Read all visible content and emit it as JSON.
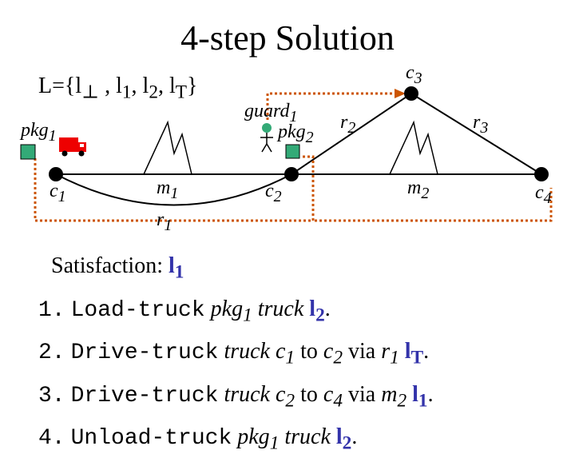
{
  "title": "4-step Solution",
  "lset": {
    "prefix": "L={",
    "l_bot": "l",
    "bot_sym": "⊥",
    "sep1": " , ",
    "l1": "l",
    "l1_sub": "1",
    "sep2": ", ",
    "l2": "l",
    "l2_sub": "2",
    "sep3": ", ",
    "lT": "l",
    "lT_sub": "T",
    "suffix": "}"
  },
  "labels": {
    "pkg1": {
      "base": "pkg",
      "sub": "1"
    },
    "c1": {
      "base": "c",
      "sub": "1"
    },
    "m1": {
      "base": "m",
      "sub": "1"
    },
    "r1": {
      "base": "r",
      "sub": "1"
    },
    "guard1": {
      "base": "guard",
      "sub": "1"
    },
    "pkg2": {
      "base": "pkg",
      "sub": "2"
    },
    "c2": {
      "base": "c",
      "sub": "2"
    },
    "r2": {
      "base": "r",
      "sub": "2"
    },
    "c3": {
      "base": "c",
      "sub": "3"
    },
    "r3": {
      "base": "r",
      "sub": "3"
    },
    "m2": {
      "base": "m",
      "sub": "2"
    },
    "c4": {
      "base": "c",
      "sub": "4"
    }
  },
  "steps": {
    "satisfaction": {
      "text": "Satisfaction: ",
      "l": "l",
      "sub": "1"
    },
    "items": [
      {
        "num": "1.",
        "cmd": "Load-truck",
        "a": "pkg",
        "a_sub": "1",
        "mid": " truck ",
        "l": "l",
        "l_sub": "2",
        "end": "."
      },
      {
        "num": "2.",
        "cmd": "Drive-truck",
        "a": "truck c",
        "a_sub": "1",
        "mid1": " to ",
        "b": "c",
        "b_sub": "2",
        "mid2": " via ",
        "c": "r",
        "c_sub": "1",
        "l": " l",
        "l_sub": "T",
        "end": "."
      },
      {
        "num": "3.",
        "cmd": "Drive-truck",
        "a": "truck c",
        "a_sub": "2",
        "mid1": " to ",
        "b": "c",
        "b_sub": "4",
        "mid2": " via ",
        "c": "m",
        "c_sub": "2",
        "l": " l",
        "l_sub": "1",
        "end": "."
      },
      {
        "num": "4.",
        "cmd": "Unload-truck",
        "a": "pkg",
        "a_sub": "1",
        "mid": " truck ",
        "l": "l",
        "l_sub": "2",
        "end": "."
      }
    ]
  },
  "colors": {
    "node": "#000000",
    "path": "#cc5500",
    "package": "#33aa77",
    "truck": "#ee0000",
    "guard": "#33aa77",
    "label_blue": "#3333aa"
  },
  "icons": [
    "truck-icon",
    "package-icon",
    "guard-icon",
    "mountain-icon"
  ]
}
